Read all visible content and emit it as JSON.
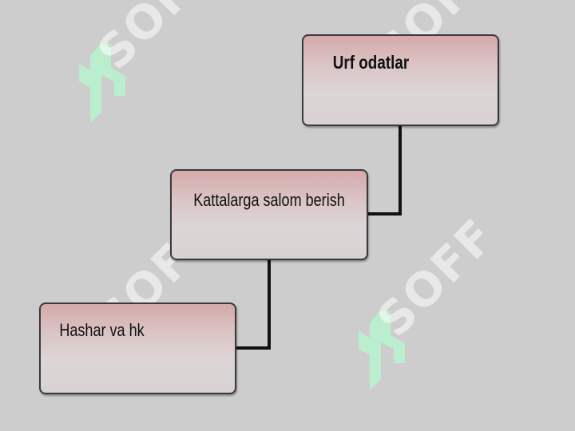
{
  "diagram": {
    "nodes": [
      {
        "id": "root",
        "label": "Urf odatlar"
      },
      {
        "id": "mid",
        "label": "Kattalarga salom berish"
      },
      {
        "id": "leaf",
        "label": "Hashar va hk"
      }
    ],
    "edges": [
      {
        "from": "root",
        "to": "mid"
      },
      {
        "from": "mid",
        "to": "leaf"
      }
    ]
  },
  "watermark": {
    "text": "SOFF",
    "color": "#ffffff",
    "logo_color": "#b8f0cf"
  },
  "colors": {
    "background": "#cdcdcd",
    "box_top": "#d5a9aa",
    "box_bottom": "#d8d2d3",
    "connector": "#111111"
  }
}
